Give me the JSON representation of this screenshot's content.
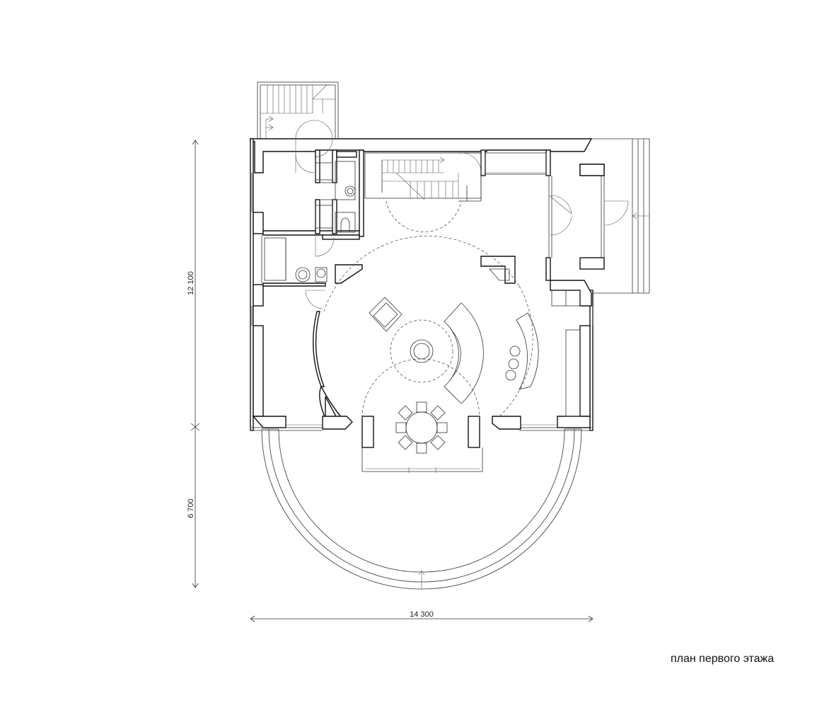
{
  "caption": "план первого этажа",
  "dimensions": {
    "width_label": "14 300",
    "upper_height_label": "12 100",
    "lower_height_label": "6 700"
  }
}
